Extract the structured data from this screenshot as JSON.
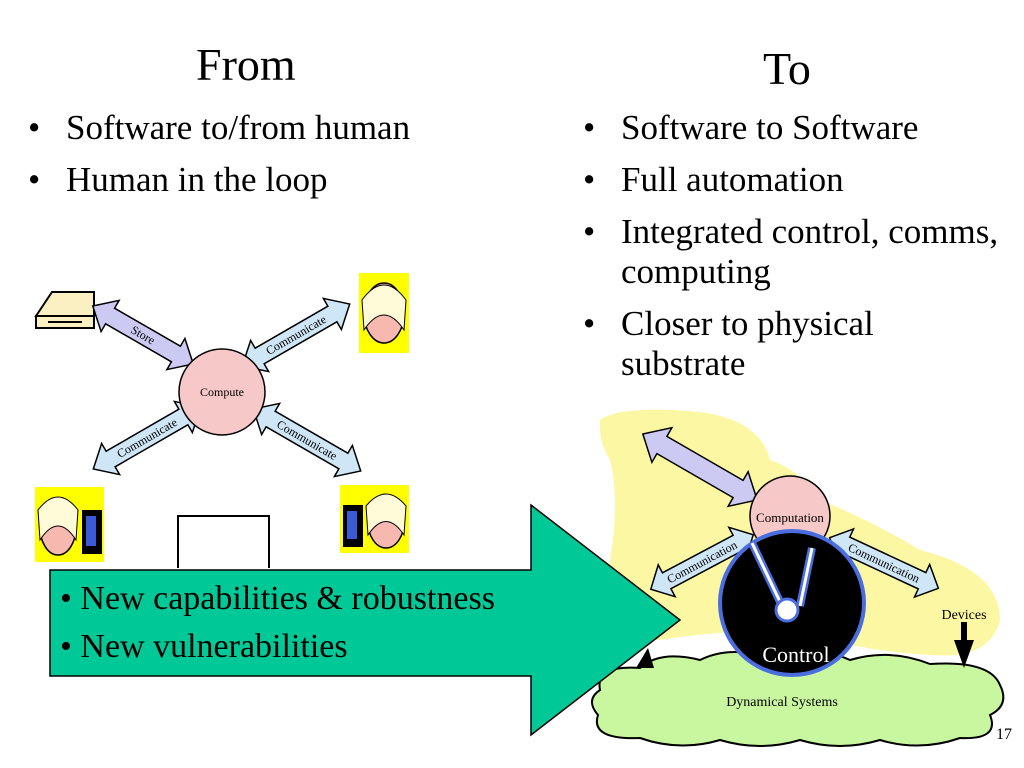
{
  "from": {
    "heading": "From",
    "bullets": [
      "Software to/from human",
      "Human in the loop"
    ],
    "diagram": {
      "center_label": "Compute",
      "store_label": "Store",
      "communicate_labels": [
        "Communicate",
        "Communicate",
        "Communicate"
      ]
    }
  },
  "to": {
    "heading": "To",
    "bullets": [
      "Software to Software",
      "Full automation",
      "Integrated control, comms, computing",
      "Closer to physical substrate"
    ],
    "diagram": {
      "computation_label": "Computation",
      "communication_labels": [
        "Communication",
        "Communication"
      ],
      "control_label": "Control",
      "devices_label": "Devices",
      "dynamical_label": "Dynamical Systems"
    }
  },
  "callout": {
    "lines": [
      "• New capabilities & robustness",
      "• New vulnerabilities"
    ],
    "color": "#00c896"
  },
  "colors": {
    "compute_circle": "#f7c8c8",
    "arrow_fill": "#cfe6f7",
    "store_arrow_fill": "#cccaf2",
    "yellow_blob": "#fcf7a2",
    "cloud": "#c9f7a0",
    "control_circle": "#000000",
    "control_ring": "#4a6ee0"
  },
  "page_number": "17"
}
